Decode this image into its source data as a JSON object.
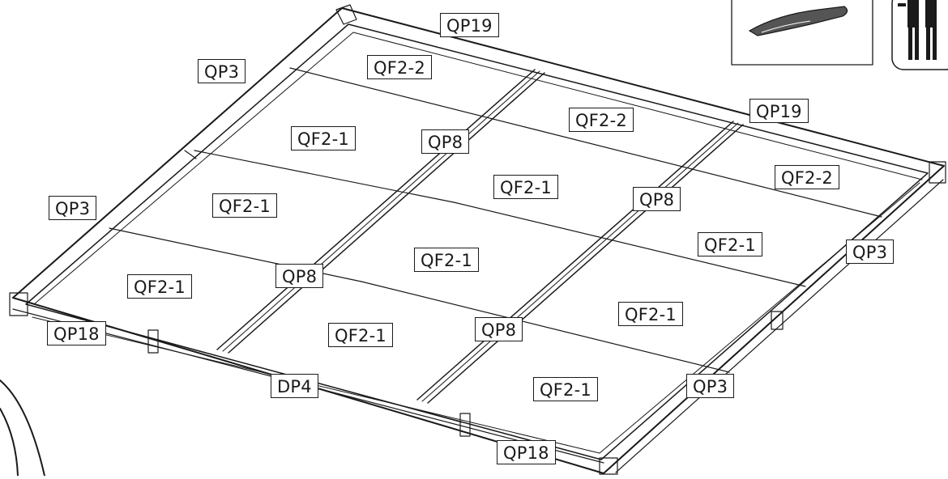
{
  "colors": {
    "line": "#1a1a1a",
    "background": "#ffffff",
    "label_border": "#1a1a1a"
  },
  "labels": {
    "qp19_top": "QP19",
    "qp3_topleft": "QP3",
    "qf22_top": "QF2-2",
    "qf21_top": "QF2-1",
    "qp8_top": "QP8",
    "qf22_mid": "QF2-2",
    "qp19_right": "QP19",
    "qf21_center": "QF2-1",
    "qp8_right": "QP8",
    "qf22_right": "QF2-2",
    "qp3_left": "QP3",
    "qf21_left": "QF2-1",
    "qf21_right": "QF2-1",
    "qp3_right": "QP3",
    "qf21_lowleft": "QF2-1",
    "qp8_left": "QP8",
    "qf21_middle": "QF2-1",
    "qf21_lowright": "QF2-1",
    "qp18_left": "QP18",
    "qp8_bottom": "QP8",
    "qf21_lowcenter": "QF2-1",
    "dp4": "DP4",
    "qf21_bottom": "QF2-1",
    "qp3_bottomright": "QP3",
    "qp18_bottom": "QP18"
  },
  "icons": {
    "tool_panel": "drill-icon",
    "people_panel": "two-person-icon"
  }
}
